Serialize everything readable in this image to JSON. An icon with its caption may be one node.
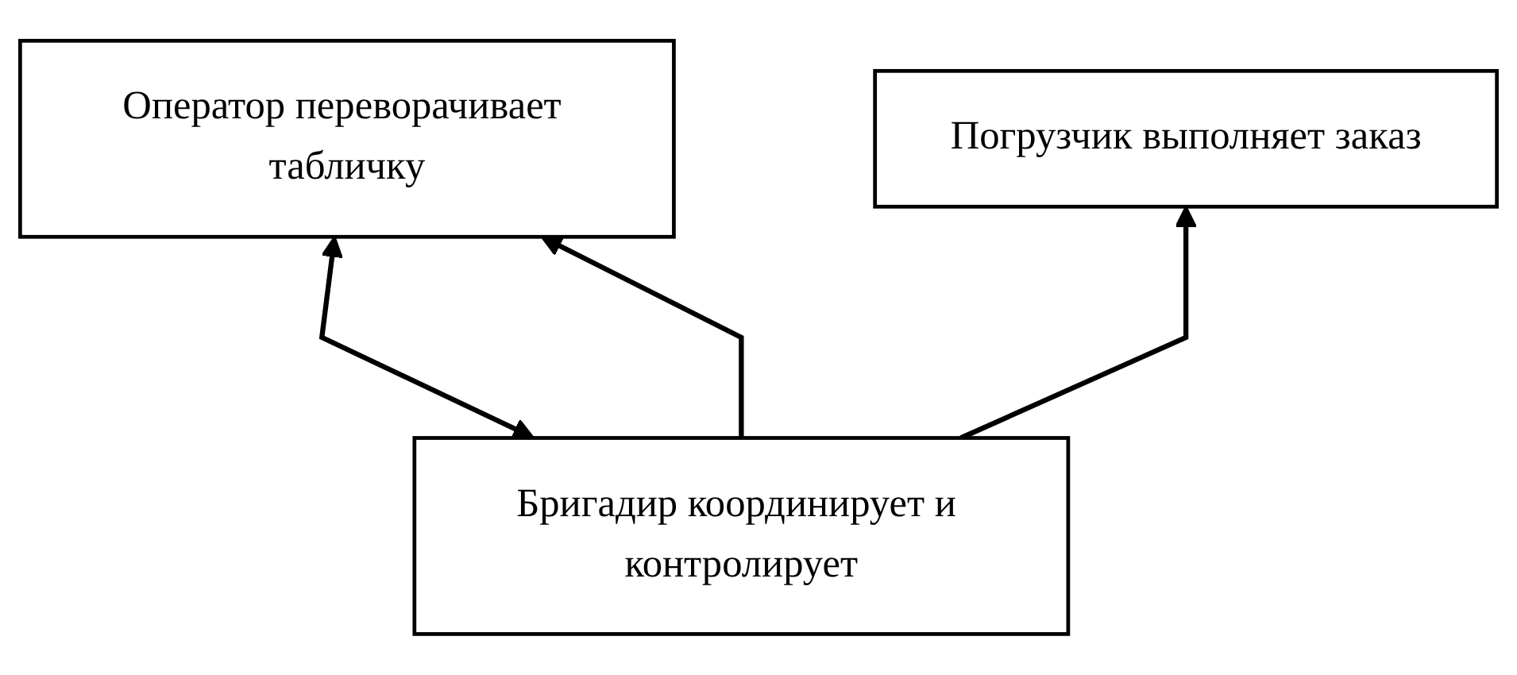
{
  "diagram": {
    "nodes": [
      {
        "text": [
          "Оператор переворачивает табличку"
        ]
      },
      {
        "text": [
          "Погрузчик выполняет заказ"
        ]
      },
      {
        "text": [
          "Бригадир координирует и контролирует"
        ]
      }
    ],
    "edges": [
      {
        "from": 2,
        "to": 0,
        "arrow": "both"
      },
      {
        "from": 2,
        "to": 0,
        "arrow": "to"
      },
      {
        "from": 2,
        "to": 1,
        "arrow": "to"
      }
    ]
  }
}
